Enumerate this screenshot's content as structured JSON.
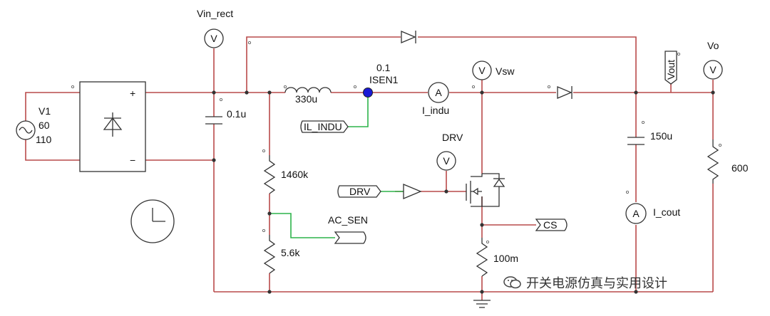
{
  "labels": {
    "vin_rect": "Vin_rect",
    "v1_name": "V1",
    "v1_freq": "60",
    "v1_amp": "110",
    "cap_in": "0.1u",
    "inductor": "330u",
    "isen_value": "0.1",
    "isen_name": "ISEN1",
    "il_indu_tag": "IL_INDU",
    "i_indu": "I_indu",
    "vsw": "Vsw",
    "drv_meter": "DRV",
    "drv_tag": "DRV",
    "r_top": "1460k",
    "ac_sen": "AC_SEN",
    "r_bot": "5.6k",
    "cs_tag": "CS",
    "r_sense": "100m",
    "cap_out": "150u",
    "i_cout": "I_cout",
    "vout_tag": "Vout",
    "vo": "Vo",
    "r_load": "600",
    "plus": "+",
    "minus": "−"
  },
  "meters": {
    "voltmeter": "V",
    "ammeter": "A"
  },
  "watermark": {
    "text": "开关电源仿真与实用设计"
  },
  "icons": {
    "clock": "clock-icon",
    "ground": "ground-icon",
    "wechat": "wechat-icon"
  },
  "colors": {
    "wire": "#b94a4a",
    "control_wire": "#2db34a",
    "device": "#333333",
    "isen_dot": "#1a1ad6"
  }
}
